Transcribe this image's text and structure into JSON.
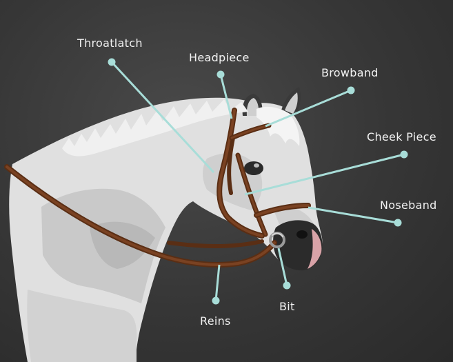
{
  "labels": {
    "throatlatch": "Throatlatch",
    "headpiece": "Headpiece",
    "browband": "Browband",
    "cheek_piece": "Cheek Piece",
    "noseband": "Noseband",
    "reins": "Reins",
    "bit": "Bit"
  },
  "colors": {
    "background": "#353535",
    "leader_line": "#a8ddd8",
    "leather": "#6e3a1c",
    "horse_coat": "#e2e2e2"
  }
}
